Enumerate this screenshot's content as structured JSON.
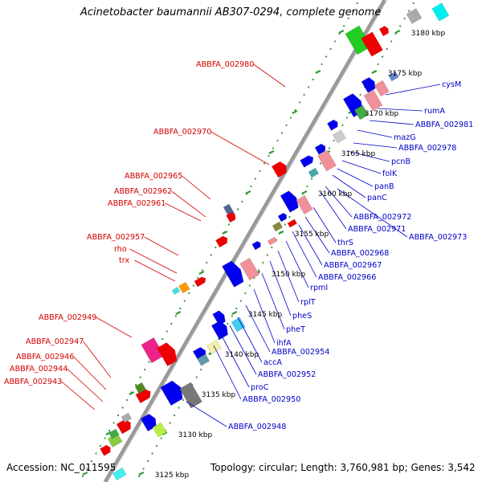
{
  "header": {
    "title": "Acinetobacter baumannii AB307-0294, complete genome"
  },
  "footer": {
    "accession": "Accession: NC_011595",
    "summary": "Topology: circular; Length: 3,760,981 bp; Genes: 3,542"
  },
  "colors": {
    "backbone": "#999999",
    "tick": "#339933",
    "forward_label": "#d40000",
    "reverse_label": "#0000c8",
    "cds_blue": "#0000ee",
    "cds_pink": "#f0909a",
    "cds_red": "#ee0000",
    "cds_green": "#22aa22"
  },
  "scale": {
    "ticks": [
      {
        "label": "3125 kbp"
      },
      {
        "label": "3130 kbp"
      },
      {
        "label": "3135 kbp"
      },
      {
        "label": "3140 kbp"
      },
      {
        "label": "3145 kbp"
      },
      {
        "label": "3150 kbp"
      },
      {
        "label": "3155 kbp"
      },
      {
        "label": "3160 kbp"
      },
      {
        "label": "3165 kbp"
      },
      {
        "label": "3170 kbp"
      },
      {
        "label": "3175 kbp"
      },
      {
        "label": "3180 kbp"
      }
    ]
  },
  "forward_labels": [
    "ABBFA_002980",
    "ABBFA_002970",
    "ABBFA_002965",
    "ABBFA_002962",
    "ABBFA_002961",
    "ABBFA_002957",
    "rho",
    "trx",
    "ABBFA_002949",
    "ABBFA_002947",
    "ABBFA_002946",
    "ABBFA_002944",
    "ABBFA_002943"
  ],
  "reverse_labels": [
    "cysM",
    "rumA",
    "ABBFA_002981",
    "mazG",
    "ABBFA_002978",
    "pcnB",
    "folK",
    "panB",
    "panC",
    "ABBFA_002972",
    "ABBFA_002971",
    "ABBFA_002973",
    "thrS",
    "ABBFA_002968",
    "ABBFA_002967",
    "ABBFA_002966",
    "rpmI",
    "rplT",
    "pheS",
    "pheT",
    "ihfA",
    "ABBFA_002954",
    "accA",
    "ABBFA_002952",
    "proC",
    "ABBFA_002950",
    "ABBFA_002948"
  ]
}
